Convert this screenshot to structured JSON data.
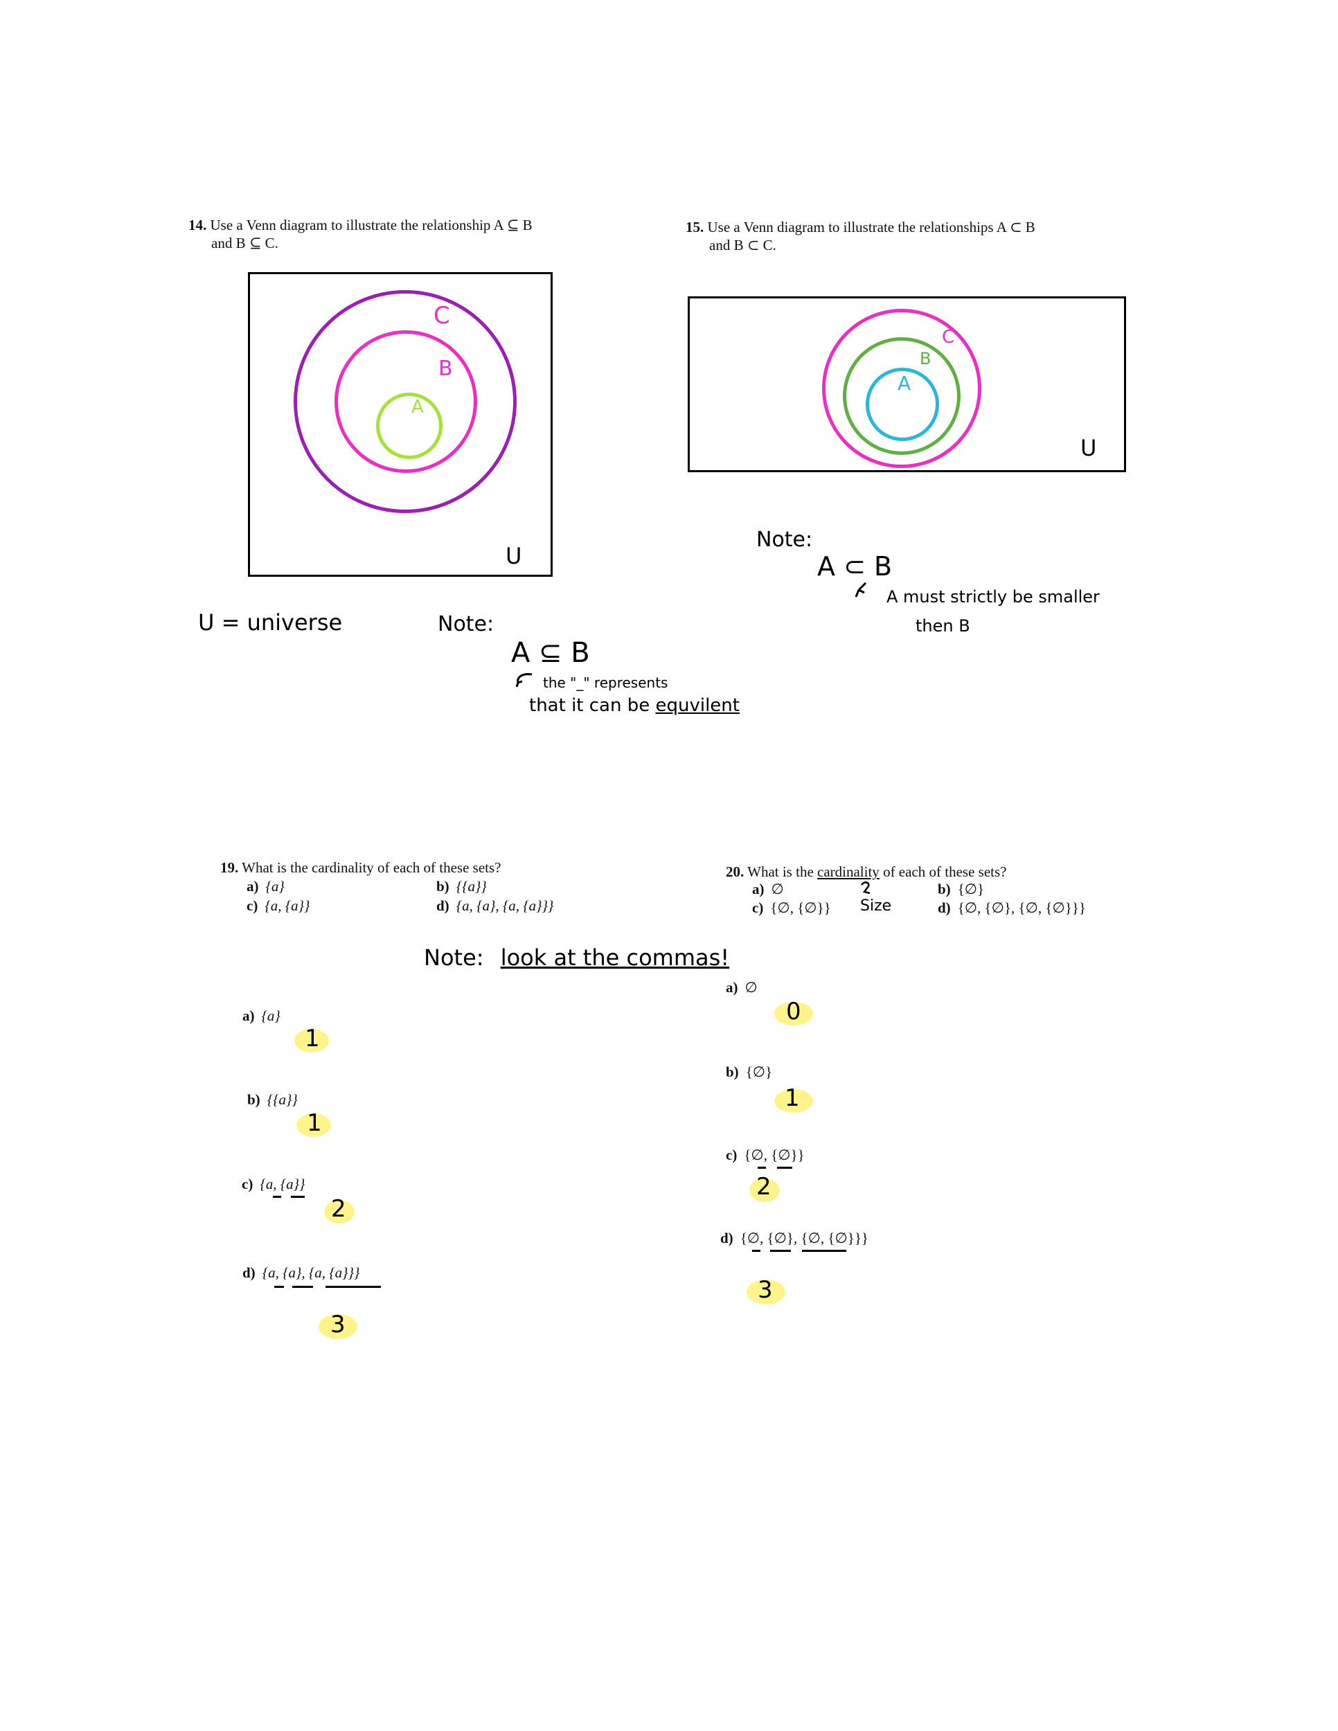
{
  "q14": {
    "number": "14.",
    "line1": "Use a Venn diagram to illustrate the relationship A ⊆ B",
    "line2": "and B ⊆ C.",
    "labels": {
      "c": "C",
      "b": "B",
      "a": "A",
      "u": "U"
    },
    "colors": {
      "c": "#9b1fb5",
      "b": "#ec2fc4",
      "a": "#a6e03a"
    }
  },
  "q15": {
    "number": "15.",
    "line1": "Use a Venn diagram to illustrate the relationships A ⊂ B",
    "line2": "and B ⊂ C.",
    "labels": {
      "c": "C",
      "b": "B",
      "a": "A",
      "u": "U"
    },
    "colors": {
      "c": "#ec2fc4",
      "b": "#5fb043",
      "a": "#2bb7da"
    }
  },
  "notes14": {
    "universe": "U = universe",
    "note_label": "Note:",
    "expr": "A ⊆ B",
    "line1": "the \"_\" represents",
    "line2_prefix": "that it can be",
    "line2_word": "equvilent"
  },
  "notes15": {
    "note_label": "Note:",
    "expr": "A ⊂ B",
    "line1": "A must strictly be smaller",
    "line2": "then B"
  },
  "q19": {
    "number": "19.",
    "text": "What is the cardinality of each of these sets?",
    "options": {
      "a": {
        "label": "a)",
        "value": "{a}"
      },
      "b": {
        "label": "b)",
        "value": "{{a}}"
      },
      "c": {
        "label": "c)",
        "value": "{a, {a}}"
      },
      "d": {
        "label": "d)",
        "value": "{a, {a}, {a, {a}}}"
      }
    },
    "answers": {
      "a": "1",
      "b": "1",
      "c": "2",
      "d": "3"
    }
  },
  "q20": {
    "number": "20.",
    "text_pre": "What is the",
    "text_word": "cardinality",
    "text_post": "of each of these sets?",
    "size_note": "Size",
    "options": {
      "a": {
        "label": "a)",
        "value": "∅"
      },
      "b": {
        "label": "b)",
        "value": "{∅}"
      },
      "c": {
        "label": "c)",
        "value": "{∅, {∅}}"
      },
      "d": {
        "label": "d)",
        "value": "{∅, {∅}, {∅, {∅}}}"
      }
    },
    "answers": {
      "a": "0",
      "b": "1",
      "c": "2",
      "d": "3"
    }
  },
  "commas_note": {
    "label": "Note:",
    "text": "look at the commas!"
  },
  "highlight_color": "#fff48a"
}
